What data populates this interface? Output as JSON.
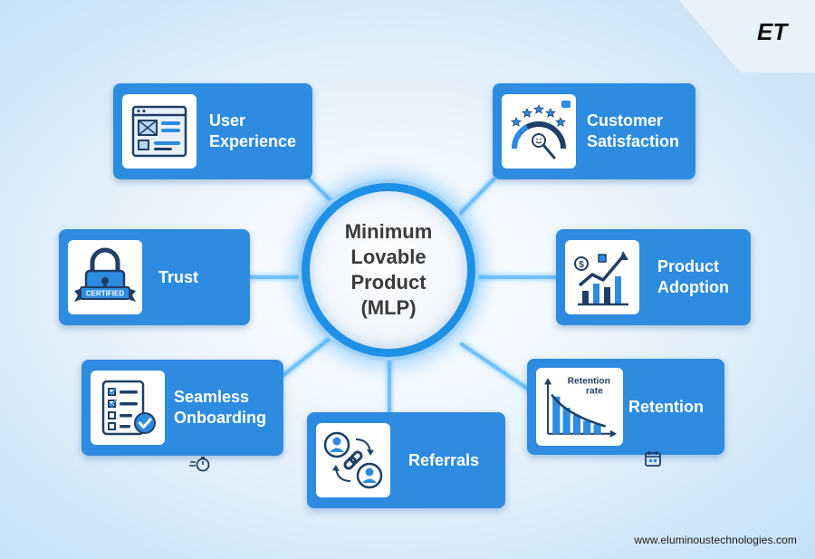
{
  "brand": {
    "logo_text": "ET",
    "website": "www.eluminoustechnologies.com"
  },
  "hub": {
    "title": "Minimum Lovable Product (MLP)"
  },
  "nodes": {
    "user_experience": {
      "label": "User Experience",
      "icon": "wireframe-layout-icon"
    },
    "customer_satisfaction": {
      "label": "Customer Satisfaction",
      "icon": "satisfaction-gauge-icon"
    },
    "trust": {
      "label": "Trust",
      "icon": "certified-padlock-icon"
    },
    "product_adoption": {
      "label": "Product Adoption",
      "icon": "growth-chart-icon"
    },
    "seamless_onboarding": {
      "label": "Seamless Onboarding",
      "icon": "checklist-icon"
    },
    "retention": {
      "label": "Retention",
      "icon": "retention-chart-icon",
      "chart_caption": "Retention rate"
    },
    "referrals": {
      "label": "Referrals",
      "icon": "referral-link-icon"
    }
  },
  "trust_badge_text": "CERTIFIED",
  "colors": {
    "card": "#2d8be0",
    "hub_ring": "#1e90e6",
    "icon_dark": "#1f3f66",
    "icon_blue": "#2d8be0",
    "glow": "#9fd3fb"
  }
}
